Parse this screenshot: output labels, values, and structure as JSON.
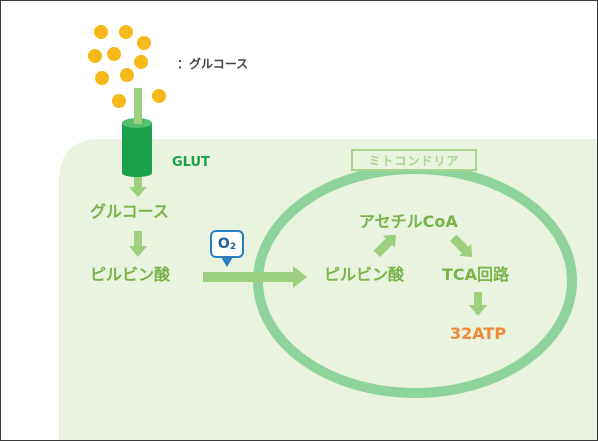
{
  "legend": {
    "glucose_label": "：グルコース"
  },
  "transporter": {
    "label": "GLUT"
  },
  "cytoplasm": {
    "glucose": "グルコース",
    "pyruvate": "ピルビン酸"
  },
  "oxygen": {
    "symbol": "O",
    "subscript": "2"
  },
  "mitochondria": {
    "title": "ミトコンドリア",
    "pyruvate": "ピルビン酸",
    "acetyl_coa": "アセチルCoA",
    "tca_cycle": "TCA回路",
    "atp_yield": "32ATP"
  },
  "colors": {
    "cell_fill": "#e9f3df",
    "label_green": "#7ab34a",
    "arrow_green": "#9ccf7e",
    "mito_ring": "#8fd39c",
    "transporter": "#1aa14a",
    "molecule": "#f6b81a",
    "atp": "#f08a3a",
    "oxygen": "#2a7fc0"
  }
}
